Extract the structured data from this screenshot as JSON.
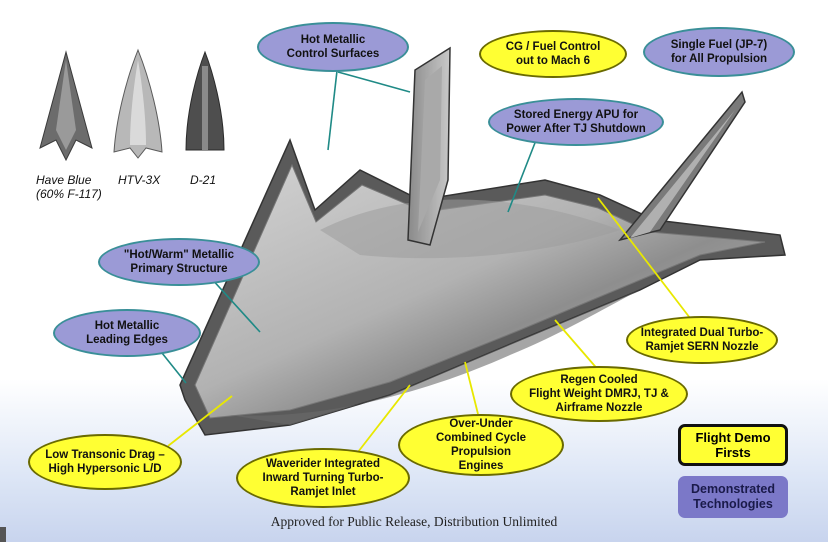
{
  "aircraft": [
    {
      "caption": "Have Blue\n(60% F-117)"
    },
    {
      "caption": "HTV-3X"
    },
    {
      "caption": "D-21"
    }
  ],
  "callouts": {
    "hot_metallic_control_surfaces": "Hot Metallic\nControl Surfaces",
    "cg_fuel_control": "CG / Fuel Control\nout to Mach 6",
    "single_fuel": "Single Fuel (JP-7)\nfor All Propulsion",
    "stored_energy_apu": "Stored Energy APU for\nPower After TJ Shutdown",
    "hot_warm_structure": "\"Hot/Warm\" Metallic\nPrimary Structure",
    "hot_metallic_leading_edges": "Hot Metallic\nLeading Edges",
    "integrated_dual_nozzle": "Integrated Dual Turbo-\nRamjet SERN Nozzle",
    "regen_cooled": "Regen Cooled\nFlight Weight DMRJ, TJ &\nAirframe Nozzle",
    "over_under": "Over-Under\nCombined Cycle Propulsion\nEngines",
    "waverider_inlet": "Waverider Integrated\nInward Turning Turbo-\nRamjet Inlet",
    "low_transonic_drag": "Low Transonic Drag –\nHigh Hypersonic L/D"
  },
  "legend": {
    "flight_demo_firsts": "Flight Demo\nFirsts",
    "demonstrated_technologies": "Demonstrated\nTechnologies"
  },
  "footer": "Approved for Public Release, Distribution Unlimited",
  "colors": {
    "flight_demo_firsts": "#ffff33",
    "demonstrated_technologies": "#9b9ad6",
    "leader_line_blue": "#1f8a86",
    "leader_line_yellow": "#e8e800",
    "airframe_fill": "#b9b9b9",
    "airframe_edge": "#555555"
  }
}
